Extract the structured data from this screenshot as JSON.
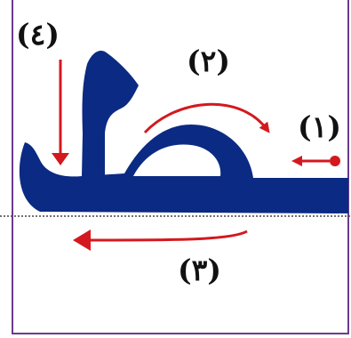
{
  "diagram": {
    "steps": [
      {
        "id": "1",
        "label": "(١)"
      },
      {
        "id": "2",
        "label": "(٢)"
      },
      {
        "id": "3",
        "label": "(٣)"
      },
      {
        "id": "4",
        "label": "(٤)"
      }
    ],
    "colors": {
      "letter": "#0b2a83",
      "arrow": "#d3191e",
      "frame": "#6a3b8f",
      "baseline": "#444444",
      "text": "#111111"
    },
    "letter_glyph": "ط"
  }
}
